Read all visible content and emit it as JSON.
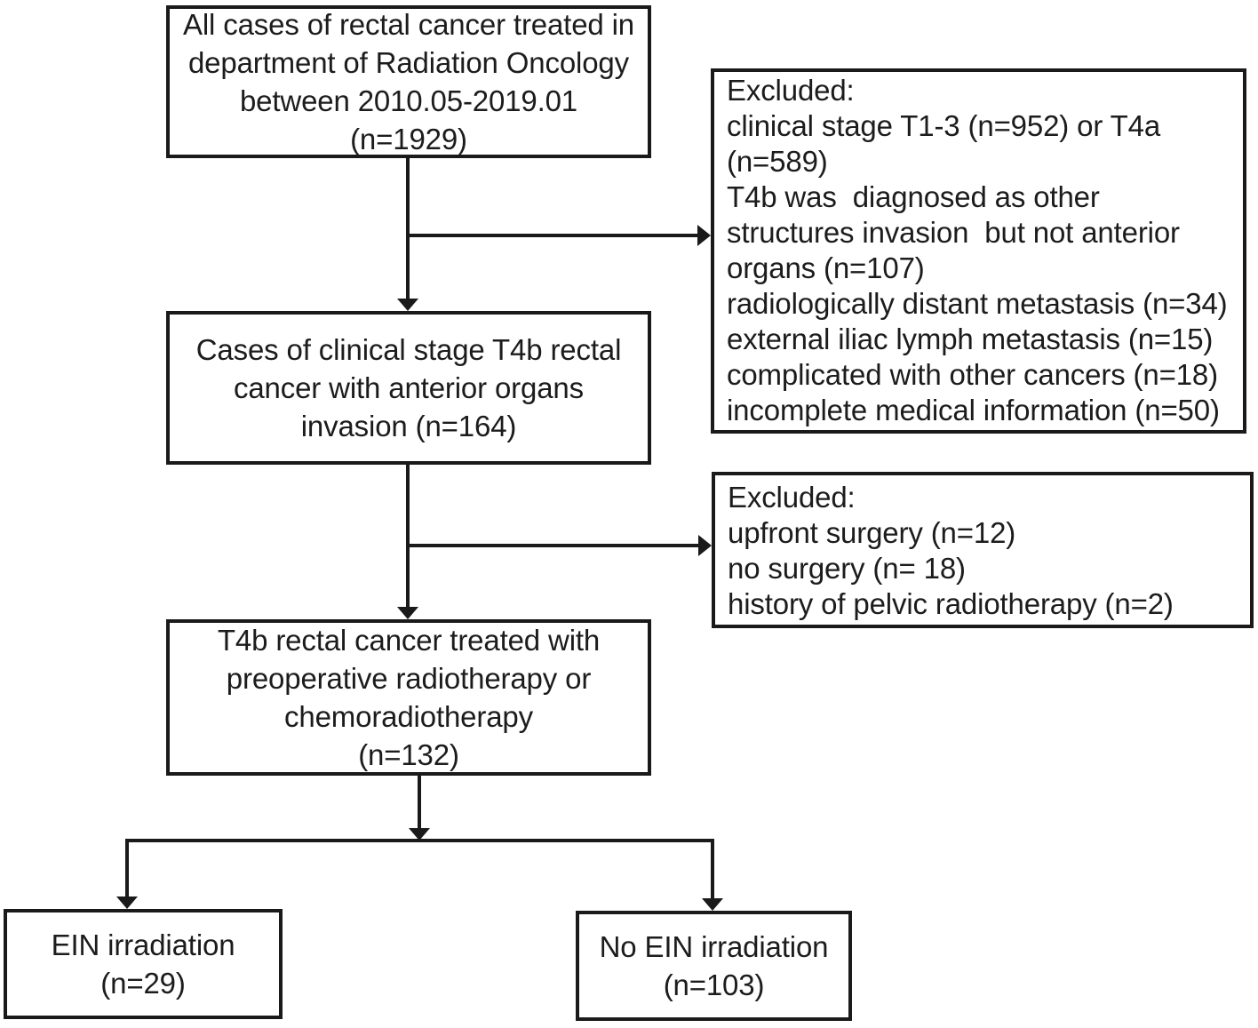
{
  "colors": {
    "background": "#ffffff",
    "border": "#1a1a1a",
    "text": "#1c1c1c",
    "connector": "#1a1a1a"
  },
  "nodes": {
    "all_cases": {
      "text": "All cases of rectal cancer treated in\ndepartment of Radiation Oncology\nbetween 2010.05-2019.01\n(n=1929)"
    },
    "excluded_stage": {
      "text": "Excluded:\nclinical stage T1-3 (n=952) or T4a\n(n=589)\nT4b was  diagnosed as other\nstructures invasion  but not anterior\norgans (n=107)\nradiologically distant metastasis (n=34)\nexternal iliac lymph metastasis (n=15)\ncomplicated with other cancers (n=18)\nincomplete medical information (n=50)"
    },
    "t4b_anterior": {
      "text": "Cases of clinical stage T4b rectal\ncancer with anterior organs\ninvasion (n=164)"
    },
    "excluded_treatment": {
      "text": "Excluded:\nupfront surgery (n=12)\nno surgery (n= 18)\nhistory of pelvic radiotherapy (n=2)"
    },
    "preop_rt": {
      "text": "T4b rectal cancer treated with\npreoperative radiotherapy or\nchemoradiotherapy\n(n=132)"
    },
    "ein_irradiation": {
      "text": "EIN irradiation\n(n=29)"
    },
    "no_ein_irradiation": {
      "text": "No EIN irradiation\n(n=103)"
    }
  }
}
